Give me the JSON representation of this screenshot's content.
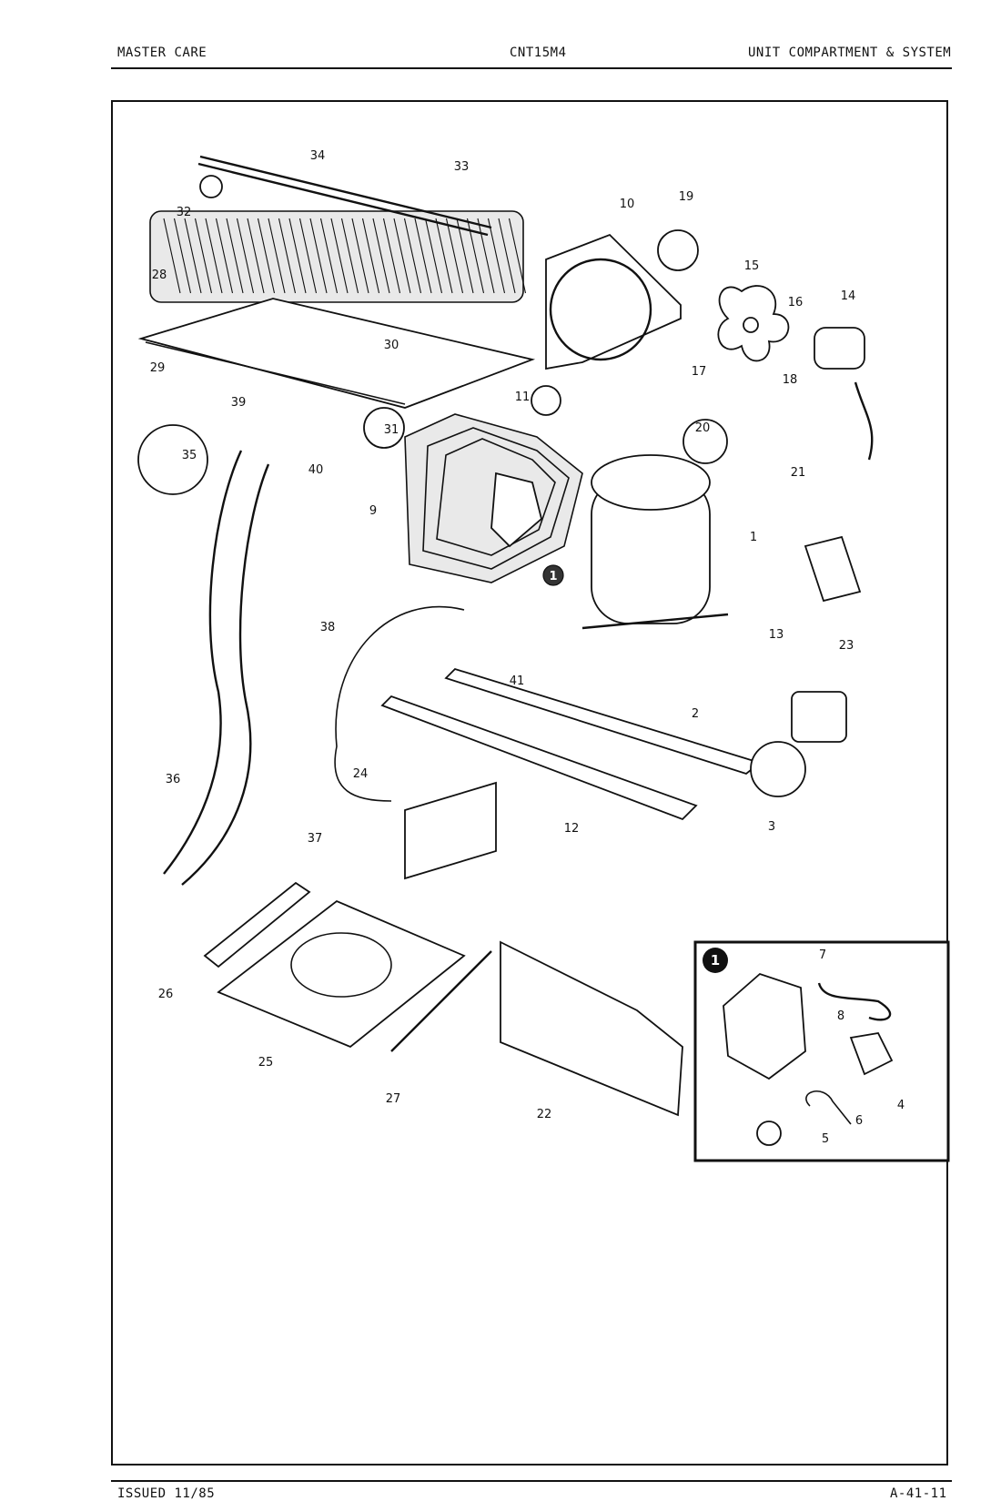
{
  "header": {
    "left": "MASTER CARE",
    "center": "CNT15M4",
    "right": "UNIT COMPARTMENT & SYSTEM"
  },
  "footer": {
    "left": "ISSUED 11/85",
    "right": "A-41-11"
  },
  "inset": {
    "marker": "1"
  },
  "callouts": [
    "1",
    "2",
    "3",
    "4",
    "5",
    "6",
    "7",
    "8",
    "9",
    "10",
    "11",
    "12",
    "13",
    "14",
    "15",
    "16",
    "17",
    "18",
    "19",
    "20",
    "21",
    "22",
    "23",
    "24",
    "25",
    "26",
    "27",
    "28",
    "29",
    "30",
    "31",
    "32",
    "33",
    "34",
    "35",
    "36",
    "37",
    "38",
    "39",
    "40",
    "41"
  ],
  "compressor_marker": "1"
}
